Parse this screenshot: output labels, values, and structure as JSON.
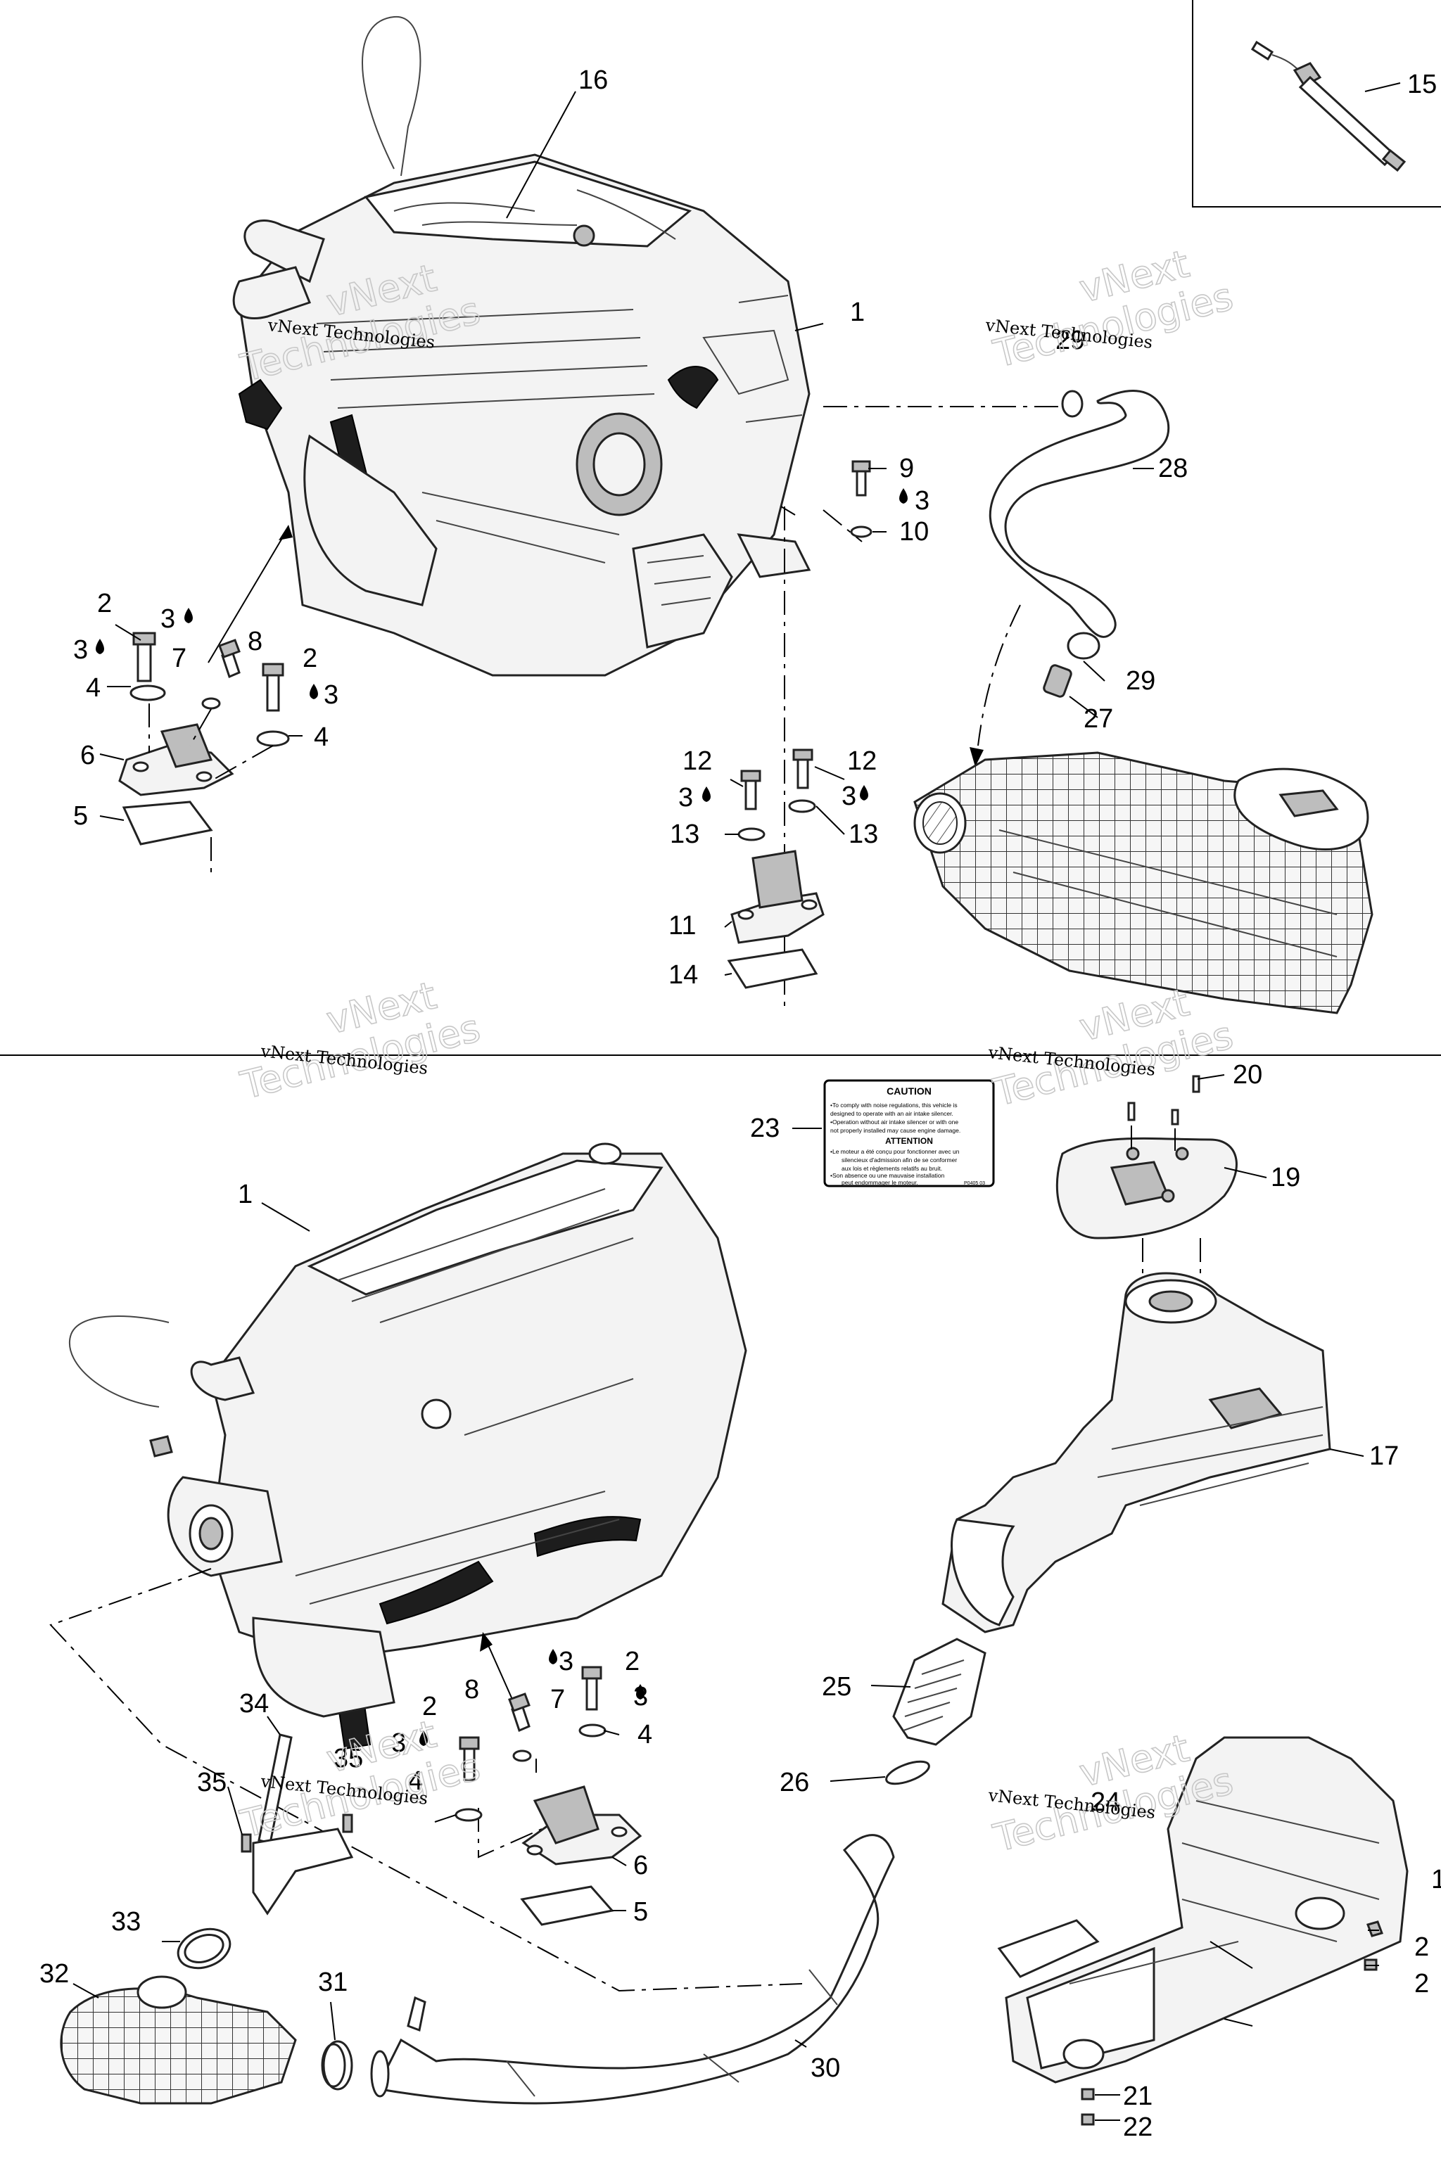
{
  "figure": {
    "watermark_brand": "vNext",
    "watermark_company": "vNext Technologies",
    "watermark_word": "Technologies",
    "thread_locker_symbol": "💧",
    "upper_callouts": {
      "c16": "16",
      "c15": "15",
      "c1": "1",
      "c29a": "29",
      "c28": "28",
      "c9": "9",
      "c3a": "3",
      "c10": "10",
      "c2a": "2",
      "c3b": "3",
      "c3c": "3",
      "c8": "8",
      "c2b": "2",
      "c3d": "3",
      "c4a": "4",
      "c7": "7",
      "c4b": "4",
      "c6": "6",
      "c5": "5",
      "c29b": "29",
      "c27": "27",
      "c12a": "12",
      "c12b": "12",
      "c3e": "3",
      "c3f": "3",
      "c13a": "13",
      "c13b": "13",
      "c11": "11",
      "c14": "14"
    },
    "lower_callouts": {
      "c20": "20",
      "c23": "23",
      "c19": "19",
      "c1": "1",
      "c17": "17",
      "c8": "8",
      "c3a": "3",
      "c2a": "2",
      "c7": "7",
      "c3b": "3",
      "c2b": "2",
      "c34": "34",
      "c3c": "3",
      "c4a": "4",
      "c35a": "35",
      "c4b": "4",
      "c25": "25",
      "c35b": "35",
      "c6": "6",
      "c26": "26",
      "c24": "24",
      "c5": "5",
      "c18": "1",
      "c33": "33",
      "c2c": "2",
      "c32": "32",
      "c31": "31",
      "c2d": "2",
      "c30": "30",
      "c21": "21",
      "c22": "22"
    },
    "decal": {
      "heading_caution": "CAUTION",
      "caution_lines": [
        "•To comply with noise regulations, this vehicle is",
        "designed to operate with an air intake silencer.",
        "•Operation without air intake silencer or with one",
        "not properly installed may cause engine damage."
      ],
      "heading_attention": "ATTENTION",
      "attention_lines": [
        "•Le moteur a été conçu pour fonctionner avec un",
        "silencieux d'admission afin de se conformer",
        "aux lois et règlements relatifs au bruit.",
        "•Son absence ou une mauvaise installation",
        "peut endommager le moteur."
      ],
      "part_code": "P0405 03"
    }
  }
}
